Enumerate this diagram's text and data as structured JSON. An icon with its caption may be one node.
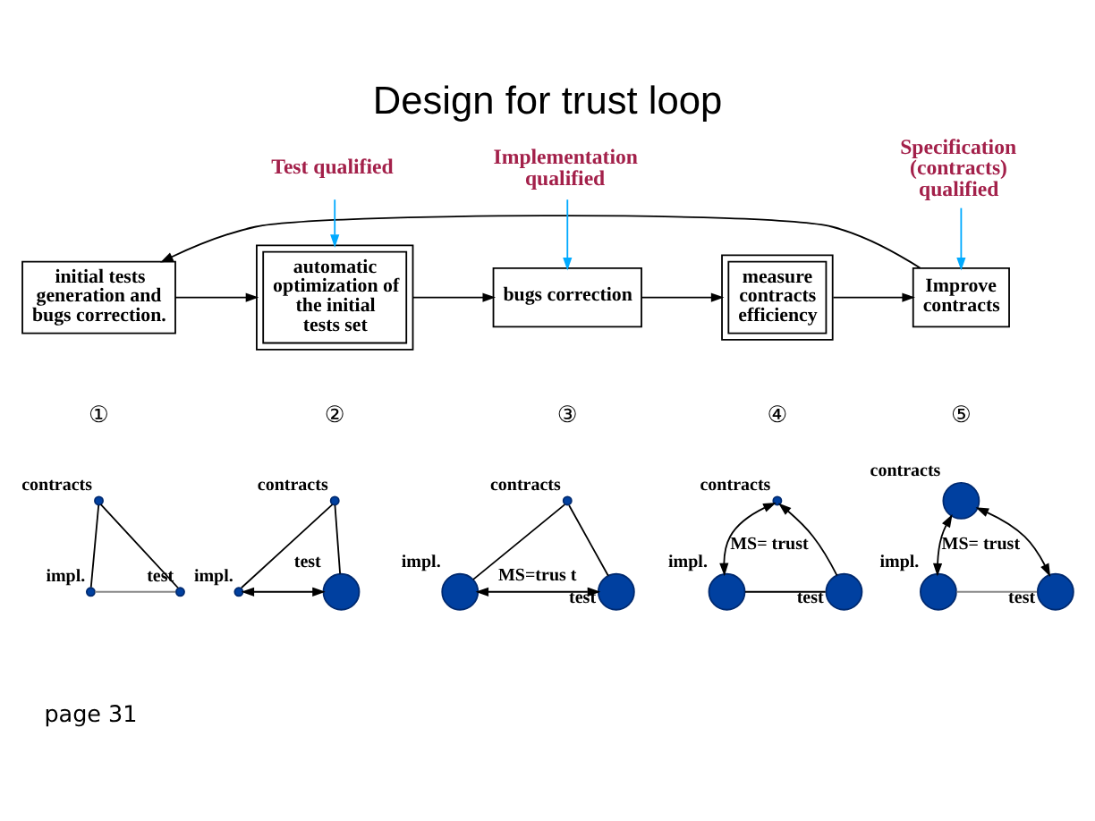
{
  "diagram": {
    "title": "Design for trust loop",
    "nodes": [
      {
        "text": [
          "initial tests generation and bugs correction."
        ]
      },
      {
        "text": [
          "automatic optimization of the initial tests set"
        ]
      },
      {
        "text": [
          "bugs correction"
        ]
      },
      {
        "text": [
          "measure contracts efficiency"
        ]
      },
      {
        "text": [
          "Improve contracts"
        ]
      },
      {
        "text": [
          "Test qualified"
        ]
      },
      {
        "text": [
          "Implementation qualified"
        ]
      },
      {
        "text": [
          "Specification (contracts) qualified"
        ]
      },
      {
        "text": [],
        "shape": "circle",
        "beside": [
          "contracts"
        ]
      },
      {
        "text": [],
        "shape": "circle",
        "beside": [
          "impl."
        ]
      },
      {
        "text": [],
        "shape": "circle",
        "beside": [
          "test"
        ]
      },
      {
        "text": [],
        "shape": "circle",
        "beside": [
          "contracts"
        ]
      },
      {
        "text": [],
        "shape": "circle",
        "beside": [
          "impl."
        ]
      },
      {
        "text": [],
        "shape": "circle",
        "beside": [
          "test"
        ]
      },
      {
        "text": [],
        "shape": "circle",
        "beside": [
          "contracts"
        ]
      },
      {
        "text": [],
        "shape": "circle",
        "beside": [
          "impl."
        ]
      },
      {
        "text": [],
        "shape": "circle",
        "beside": [
          "test"
        ]
      },
      {
        "text": [],
        "shape": "circle",
        "beside": [
          "contracts"
        ]
      },
      {
        "text": [],
        "shape": "circle",
        "beside": [
          "impl."
        ]
      },
      {
        "text": [],
        "shape": "circle",
        "beside": [
          "test"
        ]
      },
      {
        "text": [],
        "shape": "circle",
        "beside": [
          "contracts"
        ]
      },
      {
        "text": [],
        "shape": "circle",
        "beside": [
          "impl."
        ]
      },
      {
        "text": [],
        "shape": "circle",
        "beside": [
          "test"
        ]
      }
    ],
    "edges": [
      {
        "from": 0,
        "to": 1,
        "arrow": "to"
      },
      {
        "from": 1,
        "to": 2,
        "arrow": "to"
      },
      {
        "from": 2,
        "to": 3,
        "arrow": "to"
      },
      {
        "from": 3,
        "to": 4,
        "arrow": "to"
      },
      {
        "from": 4,
        "to": 0,
        "arrow": "to"
      },
      {
        "from": 5,
        "to": 1,
        "arrow": "to",
        "color": "#00aaff"
      },
      {
        "from": 6,
        "to": 2,
        "arrow": "to",
        "color": "#00aaff"
      },
      {
        "from": 7,
        "to": 4,
        "arrow": "to",
        "color": "#00aaff"
      },
      {
        "from": 8,
        "to": 9,
        "arrow": "none"
      },
      {
        "from": 8,
        "to": 10,
        "arrow": "none"
      },
      {
        "from": 9,
        "to": 10,
        "arrow": "none",
        "color": "#888888"
      },
      {
        "from": 11,
        "to": 12,
        "arrow": "none"
      },
      {
        "from": 11,
        "to": 13,
        "arrow": "none"
      },
      {
        "from": 12,
        "to": 13,
        "arrow": "both"
      },
      {
        "from": 14,
        "to": 15,
        "arrow": "none"
      },
      {
        "from": 14,
        "to": 16,
        "arrow": "none"
      },
      {
        "from": 15,
        "to": 16,
        "arrow": "both",
        "label": "MS=trus t"
      },
      {
        "from": 17,
        "to": 18,
        "arrow": "both",
        "label": "MS= trust"
      },
      {
        "from": 19,
        "to": 17,
        "arrow": "to"
      },
      {
        "from": 18,
        "to": 19,
        "arrow": "none"
      },
      {
        "from": 20,
        "to": 21,
        "arrow": "both",
        "label": "MS= trust"
      },
      {
        "from": 20,
        "to": 22,
        "arrow": "both"
      },
      {
        "from": 21,
        "to": 22,
        "arrow": "none",
        "color": "#888888"
      }
    ],
    "labels": [
      "①",
      "②",
      "③",
      "④",
      "⑤",
      "page 31"
    ]
  }
}
